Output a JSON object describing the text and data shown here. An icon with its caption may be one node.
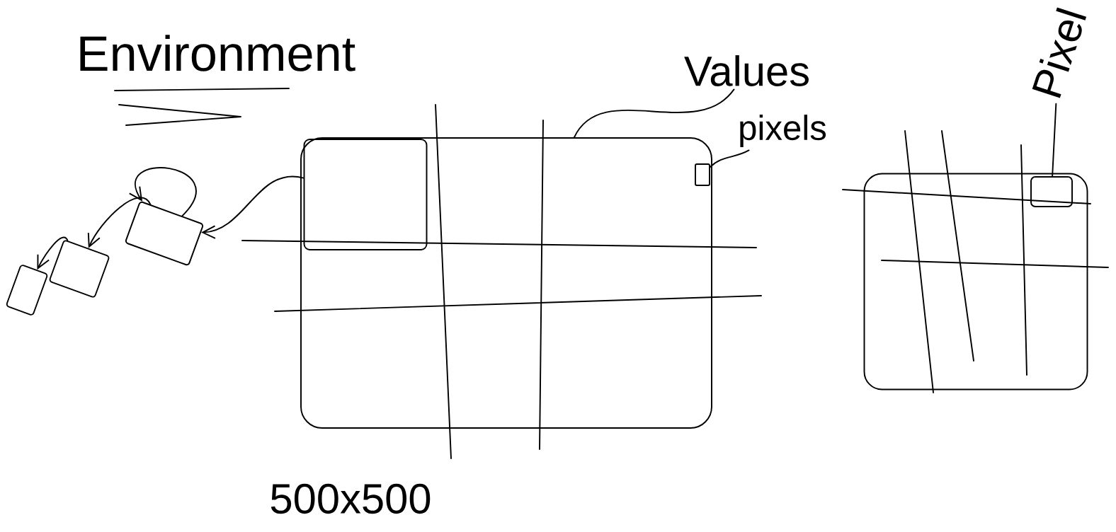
{
  "diagram": {
    "title": "Environment",
    "nodes": [
      {
        "text": [],
        "shape": "box",
        "beside": [
          "500x500"
        ]
      },
      {
        "text": [],
        "shape": "box",
        "in": 0
      },
      {
        "text": [],
        "shape": "box",
        "in": 0
      },
      {
        "text": [
          "Values"
        ]
      },
      {
        "text": [
          "pixels"
        ]
      },
      {
        "text": [],
        "shape": "box"
      },
      {
        "text": [],
        "shape": "box",
        "in": 5
      },
      {
        "text": [
          "Pixel"
        ]
      },
      {
        "text": [],
        "shape": "box"
      },
      {
        "text": [],
        "shape": "box"
      },
      {
        "text": [],
        "shape": "box"
      }
    ],
    "edges": [
      {
        "from": 3,
        "to": 0,
        "arrow": "none"
      },
      {
        "from": 4,
        "to": 2,
        "arrow": "none"
      },
      {
        "from": 7,
        "to": 6,
        "arrow": "none"
      },
      {
        "from": 1,
        "to": 10,
        "arrow": "to"
      },
      {
        "from": 10,
        "to": 10,
        "arrow": "to"
      },
      {
        "from": 10,
        "to": 9,
        "arrow": "to"
      },
      {
        "from": 9,
        "to": 8,
        "arrow": "to"
      }
    ]
  }
}
